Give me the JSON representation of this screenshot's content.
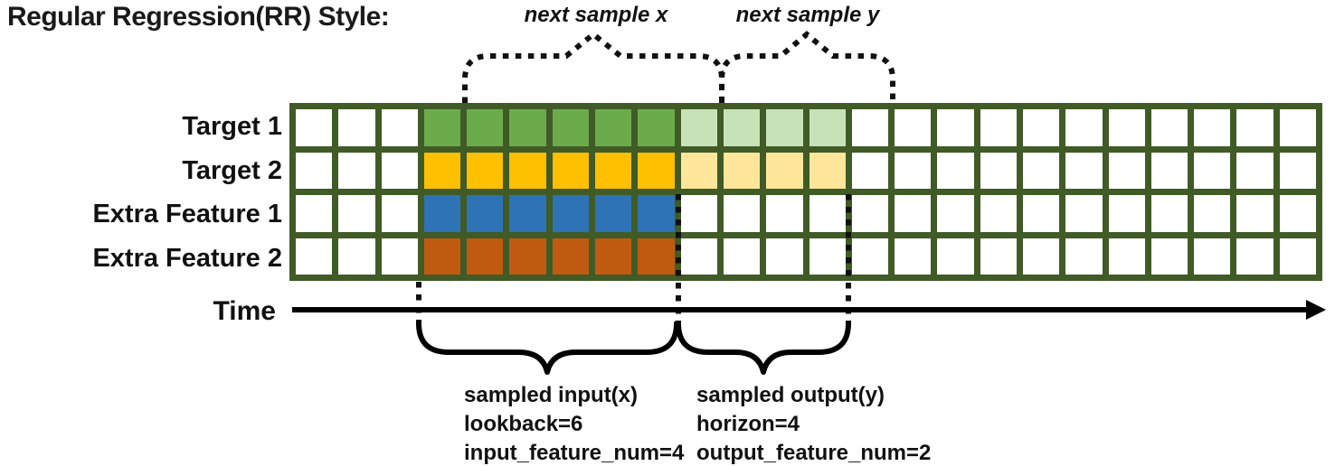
{
  "header": {
    "title": "Regular Regression(RR) Style:"
  },
  "colors": {
    "grid_border": "#405b26",
    "target1_dark": "#6cab4c",
    "target1_light": "#c8e2b8",
    "target2_dark": "#fec001",
    "target2_light": "#ffe69b",
    "extra1_dark": "#2d73b5",
    "extra2_dark": "#c15a11",
    "annotation": "#111111"
  },
  "diagram": {
    "row_labels": [
      "Target 1",
      "Target 2",
      "Extra Feature 1",
      "Extra Feature 2"
    ],
    "time_label": "Time",
    "top_annotations": {
      "next_x": "next sample x",
      "next_y": "next sample y"
    },
    "bottom_annotations": {
      "input": {
        "lines": [
          "sampled input(x)",
          "lookback=6",
          "input_feature_num=4"
        ]
      },
      "output": {
        "lines": [
          "sampled output(y)",
          "horizon=4",
          "output_feature_num=2"
        ]
      }
    },
    "grid": {
      "columns": 24,
      "rows": [
        {
          "label": "Target 1",
          "dark_fill": "#6cab4c",
          "light_fill": "#c8e2b8",
          "dark_cols": [
            4,
            9
          ],
          "light_cols": [
            10,
            13
          ]
        },
        {
          "label": "Target 2",
          "dark_fill": "#fec001",
          "light_fill": "#ffe69b",
          "dark_cols": [
            4,
            9
          ],
          "light_cols": [
            10,
            13
          ]
        },
        {
          "label": "Extra Feature 1",
          "dark_fill": "#2d73b5",
          "light_fill": null,
          "dark_cols": [
            4,
            9
          ],
          "light_cols": null
        },
        {
          "label": "Extra Feature 2",
          "dark_fill": "#c15a11",
          "light_fill": null,
          "dark_cols": [
            4,
            9
          ],
          "light_cols": null
        }
      ]
    }
  }
}
